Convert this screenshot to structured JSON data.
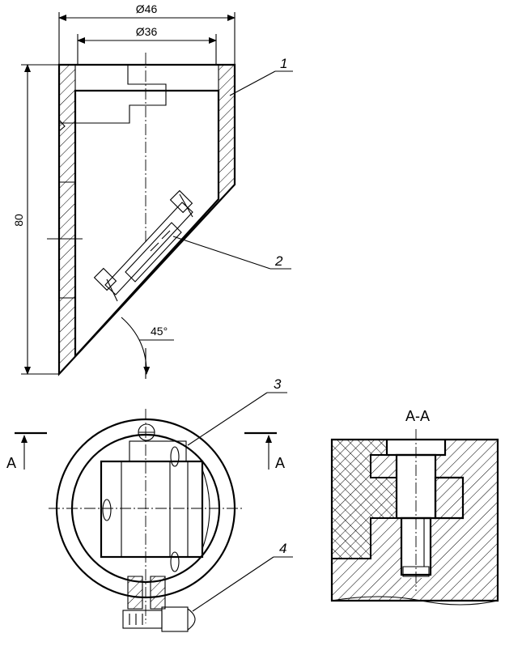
{
  "drawing": {
    "dim_outer_diameter": "Ø46",
    "dim_inner_diameter": "Ø36",
    "dim_height": "80",
    "dim_angle": "45°",
    "callout_1": "1",
    "callout_2": "2",
    "callout_3": "3",
    "callout_4": "4",
    "section_mark_left": "A",
    "section_mark_right": "A",
    "section_title": "A-A"
  }
}
